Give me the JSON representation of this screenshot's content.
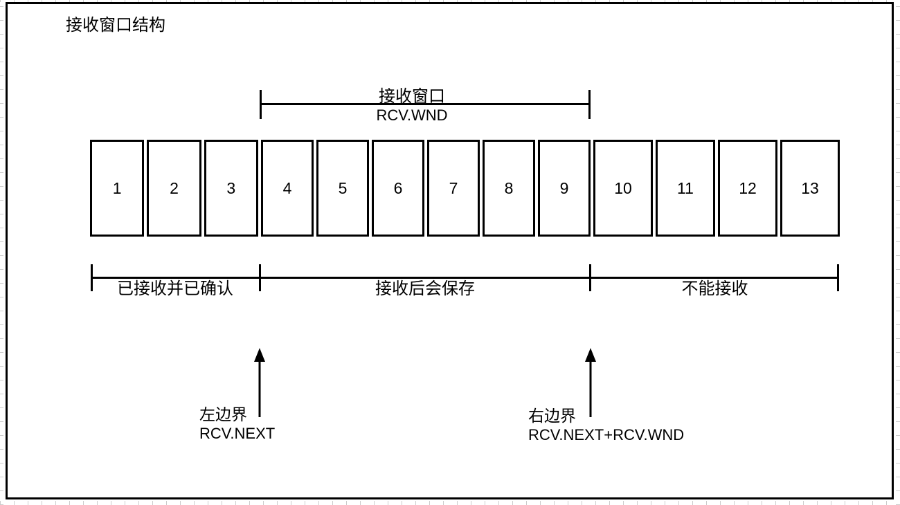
{
  "title": "接收窗口结构",
  "top_bracket": {
    "label_zh": "接收窗口",
    "label_en": "RCV.WND"
  },
  "cells": [
    "1",
    "2",
    "3",
    "4",
    "5",
    "6",
    "7",
    "8",
    "9",
    "10",
    "11",
    "12",
    "13"
  ],
  "bottom_bracket": {
    "received_acked": "已接收并已确认",
    "will_store": "接收后会保存",
    "cannot_receive": "不能接收"
  },
  "pointers": {
    "left": {
      "name": "左边界",
      "value": "RCV.NEXT"
    },
    "right": {
      "name": "右边界",
      "value": "RCV.NEXT+RCV.WND"
    }
  },
  "colors": {
    "line": "#000000",
    "grid_tick": "#cccccc",
    "background": "#ffffff"
  }
}
